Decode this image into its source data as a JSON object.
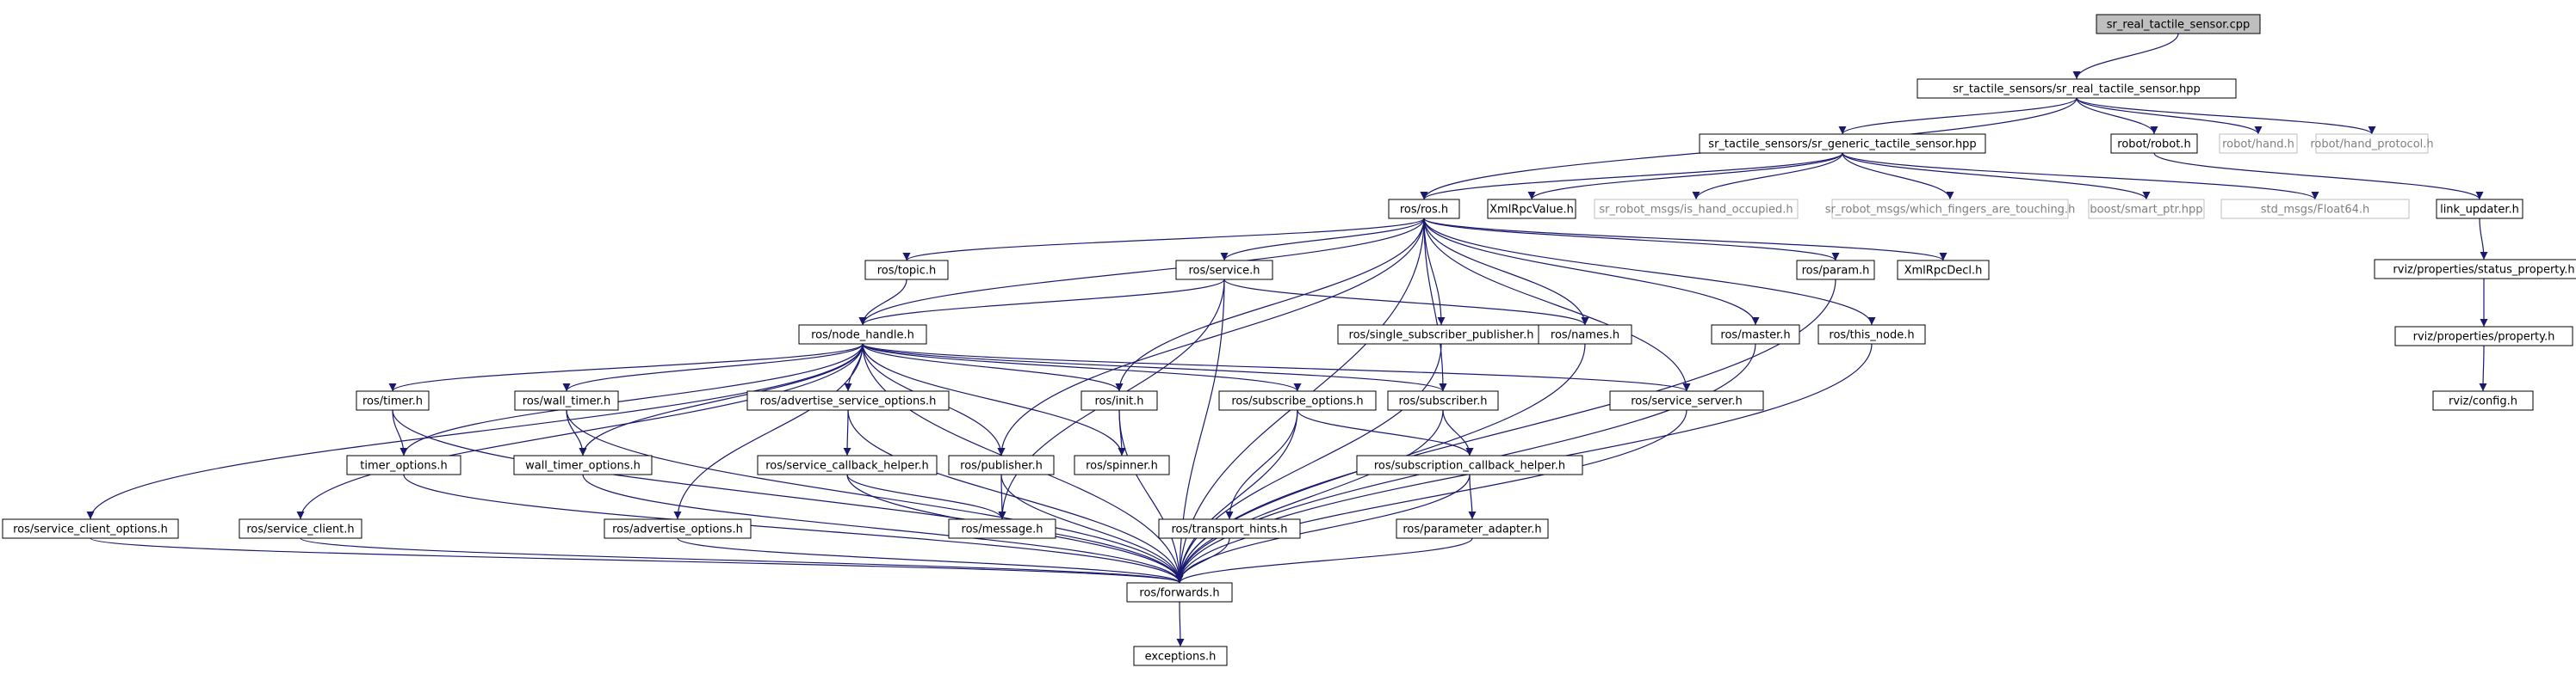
{
  "colors": {
    "edge": "#191970",
    "border": "#000000",
    "external_border": "#bfbfbf",
    "external_text": "#7f7f7f",
    "root_fill": "#bfbfbf",
    "node_fill": "#ffffff",
    "text": "#000000"
  },
  "nodes": {
    "root": "sr_real_tactile_sensor.cpp",
    "real_hpp": "sr_tactile_sensors/sr_real_tactile_sensor.hpp",
    "generic_hpp": "sr_tactile_sensors/sr_generic_tactile_sensor.hpp",
    "robot": "robot/robot.h",
    "hand": "robot/hand.h",
    "hand_protocol": "robot/hand_protocol.h",
    "link_updater": "link_updater.h",
    "ros": "ros/ros.h",
    "xmlrpcvalue": "XmlRpcValue.h",
    "is_hand_occupied": "sr_robot_msgs/is_hand_occupied.h",
    "which_fingers": "sr_robot_msgs/which_fingers_are_touching.h",
    "smart_ptr": "boost/smart_ptr.hpp",
    "float64": "std_msgs/Float64.h",
    "status_property": "rviz/properties/status_property.h",
    "property": "rviz/properties/property.h",
    "config": "rviz/config.h",
    "topic": "ros/topic.h",
    "service": "ros/service.h",
    "param": "ros/param.h",
    "xmlrpcdecl": "XmlRpcDecl.h",
    "node_handle": "ros/node_handle.h",
    "single_sub_pub": "ros/single_subscriber_publisher.h",
    "names": "ros/names.h",
    "master": "ros/master.h",
    "this_node": "ros/this_node.h",
    "timer": "ros/timer.h",
    "wall_timer": "ros/wall_timer.h",
    "adv_srv_opts": "ros/advertise_service_options.h",
    "init": "ros/init.h",
    "subscribe_opts": "ros/subscribe_options.h",
    "subscriber": "ros/subscriber.h",
    "service_server": "ros/service_server.h",
    "timer_opts": "timer_options.h",
    "wall_timer_opts": "wall_timer_options.h",
    "srv_cb_helper": "ros/service_callback_helper.h",
    "publisher": "ros/publisher.h",
    "spinner": "ros/spinner.h",
    "sub_cb_helper": "ros/subscription_callback_helper.h",
    "srv_client_opts": "ros/service_client_options.h",
    "service_client": "ros/service_client.h",
    "advertise_opts": "ros/advertise_options.h",
    "message": "ros/message.h",
    "transport_hints": "ros/transport_hints.h",
    "parameter_adapter": "ros/parameter_adapter.h",
    "forwards": "ros/forwards.h",
    "exceptions": "exceptions.h"
  },
  "edges": [
    [
      "root",
      "real_hpp"
    ],
    [
      "real_hpp",
      "generic_hpp"
    ],
    [
      "real_hpp",
      "robot"
    ],
    [
      "real_hpp",
      "hand"
    ],
    [
      "real_hpp",
      "hand_protocol"
    ],
    [
      "real_hpp",
      "ros"
    ],
    [
      "generic_hpp",
      "ros"
    ],
    [
      "generic_hpp",
      "xmlrpcvalue"
    ],
    [
      "generic_hpp",
      "is_hand_occupied"
    ],
    [
      "generic_hpp",
      "which_fingers"
    ],
    [
      "generic_hpp",
      "smart_ptr"
    ],
    [
      "generic_hpp",
      "float64"
    ],
    [
      "robot",
      "link_updater"
    ],
    [
      "link_updater",
      "status_property"
    ],
    [
      "status_property",
      "property"
    ],
    [
      "property",
      "config"
    ],
    [
      "ros",
      "topic"
    ],
    [
      "ros",
      "node_handle"
    ],
    [
      "ros",
      "service"
    ],
    [
      "ros",
      "param"
    ],
    [
      "ros",
      "xmlrpcdecl"
    ],
    [
      "ros",
      "single_sub_pub"
    ],
    [
      "ros",
      "names"
    ],
    [
      "ros",
      "master"
    ],
    [
      "ros",
      "this_node"
    ],
    [
      "ros",
      "publisher"
    ],
    [
      "ros",
      "init"
    ],
    [
      "ros",
      "service_server"
    ],
    [
      "ros",
      "subscriber"
    ],
    [
      "ros",
      "forwards"
    ],
    [
      "topic",
      "node_handle"
    ],
    [
      "service",
      "node_handle"
    ],
    [
      "service",
      "names"
    ],
    [
      "service",
      "message"
    ],
    [
      "service",
      "forwards"
    ],
    [
      "param",
      "forwards"
    ],
    [
      "single_sub_pub",
      "forwards"
    ],
    [
      "names",
      "forwards"
    ],
    [
      "master",
      "forwards"
    ],
    [
      "this_node",
      "forwards"
    ],
    [
      "node_handle",
      "srv_client_opts"
    ],
    [
      "node_handle",
      "service_client"
    ],
    [
      "node_handle",
      "timer"
    ],
    [
      "node_handle",
      "timer_opts"
    ],
    [
      "node_handle",
      "wall_timer"
    ],
    [
      "node_handle",
      "wall_timer_opts"
    ],
    [
      "node_handle",
      "advertise_opts"
    ],
    [
      "node_handle",
      "adv_srv_opts"
    ],
    [
      "node_handle",
      "publisher"
    ],
    [
      "node_handle",
      "spinner"
    ],
    [
      "node_handle",
      "init"
    ],
    [
      "node_handle",
      "subscribe_opts"
    ],
    [
      "node_handle",
      "subscriber"
    ],
    [
      "node_handle",
      "service_server"
    ],
    [
      "node_handle",
      "forwards"
    ],
    [
      "timer",
      "timer_opts"
    ],
    [
      "timer",
      "forwards"
    ],
    [
      "wall_timer",
      "wall_timer_opts"
    ],
    [
      "wall_timer",
      "forwards"
    ],
    [
      "timer_opts",
      "forwards"
    ],
    [
      "wall_timer_opts",
      "forwards"
    ],
    [
      "adv_srv_opts",
      "srv_cb_helper"
    ],
    [
      "adv_srv_opts",
      "forwards"
    ],
    [
      "srv_cb_helper",
      "message"
    ],
    [
      "srv_cb_helper",
      "forwards"
    ],
    [
      "init",
      "spinner"
    ],
    [
      "init",
      "forwards"
    ],
    [
      "publisher",
      "message"
    ],
    [
      "publisher",
      "forwards"
    ],
    [
      "subscribe_opts",
      "transport_hints"
    ],
    [
      "subscribe_opts",
      "sub_cb_helper"
    ],
    [
      "subscribe_opts",
      "forwards"
    ],
    [
      "subscriber",
      "sub_cb_helper"
    ],
    [
      "subscriber",
      "forwards"
    ],
    [
      "service_server",
      "forwards"
    ],
    [
      "sub_cb_helper",
      "parameter_adapter"
    ],
    [
      "sub_cb_helper",
      "forwards"
    ],
    [
      "parameter_adapter",
      "forwards"
    ],
    [
      "transport_hints",
      "forwards"
    ],
    [
      "srv_client_opts",
      "forwards"
    ],
    [
      "service_client",
      "forwards"
    ],
    [
      "advertise_opts",
      "forwards"
    ],
    [
      "forwards",
      "exceptions"
    ]
  ],
  "external_nodes": [
    "hand",
    "hand_protocol",
    "is_hand_occupied",
    "which_fingers",
    "smart_ptr",
    "float64"
  ]
}
